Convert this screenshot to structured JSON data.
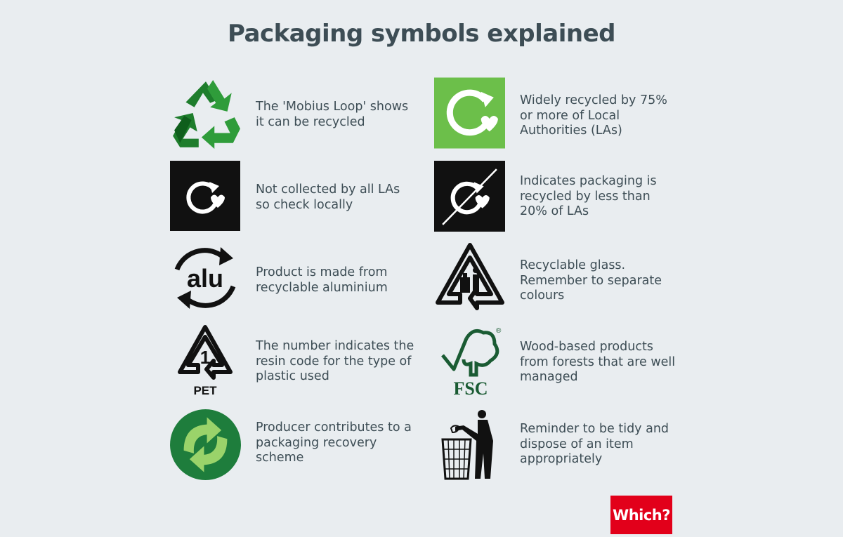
{
  "title": "Packaging symbols explained",
  "symbols": [
    {
      "icon": "mobius-loop-icon",
      "text": "The 'Mobius Loop' shows it can be recycled"
    },
    {
      "icon": "widely-recycled-icon",
      "text": "Widely recycled by 75% or more of Local Authorities (LAs)"
    },
    {
      "icon": "check-locally-icon",
      "text": "Not collected by all LAs so check locally"
    },
    {
      "icon": "not-recycled-icon",
      "text": "Indicates packaging is recycled by less than 20% of LAs"
    },
    {
      "icon": "aluminium-icon",
      "text": "Product is made from recyclable aluminium",
      "label": "alu"
    },
    {
      "icon": "glass-recycle-icon",
      "text": "Recyclable glass. Remember to separate colours"
    },
    {
      "icon": "resin-code-icon",
      "text": "The number indicates the resin code for the type of plastic used",
      "number": "1",
      "label": "PET"
    },
    {
      "icon": "fsc-tree-icon",
      "text": "Wood-based products from forests that are well managed",
      "label": "FSC",
      "mark": "®"
    },
    {
      "icon": "green-dot-icon",
      "text": "Producer contributes to a packaging recovery scheme"
    },
    {
      "icon": "tidyman-icon",
      "text": "Reminder to be tidy and dispose of an item appropriately"
    }
  ],
  "brand": "Which?",
  "colors": {
    "background": "#e9edf0",
    "text": "#3d4d55",
    "green": "#6cbf4a",
    "black": "#111111",
    "brand": "#e2001a"
  }
}
